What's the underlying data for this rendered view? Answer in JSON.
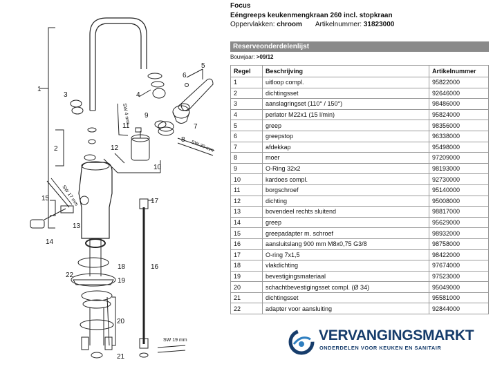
{
  "header": {
    "brand": "Focus",
    "product": "Eéngreeps keukenmengkraan 260 incl. stopkraan",
    "surface_label": "Oppervlakken:",
    "surface_value": "chroom",
    "article_label": "Artikelnummer:",
    "article_value": "31823000"
  },
  "section": {
    "title": "Reserveonderdelenlijst",
    "bouwjaar_label": "Bouwjaar:",
    "bouwjaar_value": ">09/12"
  },
  "table": {
    "headers": [
      "Regel",
      "Beschrijving",
      "Artikelnummer"
    ],
    "rows": [
      [
        "1",
        "uitloop compl.",
        "95822000"
      ],
      [
        "2",
        "dichtingsset",
        "92646000"
      ],
      [
        "3",
        "aanslagringset (110° / 150°)",
        "98486000"
      ],
      [
        "4",
        "perlator M22x1 (15 l/min)",
        "95824000"
      ],
      [
        "5",
        "greep",
        "98356000"
      ],
      [
        "6",
        "greepstop",
        "96338000"
      ],
      [
        "7",
        "afdekkap",
        "95498000"
      ],
      [
        "8",
        "moer",
        "97209000"
      ],
      [
        "9",
        "O-Ring 32x2",
        "98193000"
      ],
      [
        "10",
        "kardoes compl.",
        "92730000"
      ],
      [
        "11",
        "borgschroef",
        "95140000"
      ],
      [
        "12",
        "dichting",
        "95008000"
      ],
      [
        "13",
        "bovendeel rechts sluitend",
        "98817000"
      ],
      [
        "14",
        "greep",
        "95629000"
      ],
      [
        "15",
        "greepadapter m. schroef",
        "98932000"
      ],
      [
        "16",
        "aansluitslang 900 mm  M8x0,75  G3/8",
        "98758000"
      ],
      [
        "17",
        "O-ring 7x1,5",
        "98422000"
      ],
      [
        "18",
        "vlakdichting",
        "97674000"
      ],
      [
        "19",
        "bevestigingsmateriaal",
        "97523000"
      ],
      [
        "20",
        "schachtbevestigingsset compl. (Ø 34)",
        "95049000"
      ],
      [
        "21",
        "dichtingsset",
        "95581000"
      ],
      [
        "22",
        "adapter voor aansluiting",
        "92844000"
      ]
    ]
  },
  "diagram": {
    "callouts": [
      "1",
      "2",
      "3",
      "4",
      "5",
      "6",
      "7",
      "8",
      "9",
      "10",
      "11",
      "12",
      "13",
      "14",
      "15",
      "16",
      "17",
      "18",
      "19",
      "20",
      "21",
      "22"
    ],
    "tool_labels": [
      "SW 4 mm",
      "SW 30 mm",
      "SW 17 mm",
      "SW 19 mm"
    ]
  },
  "logo": {
    "name_part1": "VERVANGINGS",
    "name_part2": "MARKT",
    "tagline": "ONDERDELEN VOOR KEUKEN EN SANITAIR",
    "color": "#163c6b",
    "accent": "#2f7fc0"
  }
}
